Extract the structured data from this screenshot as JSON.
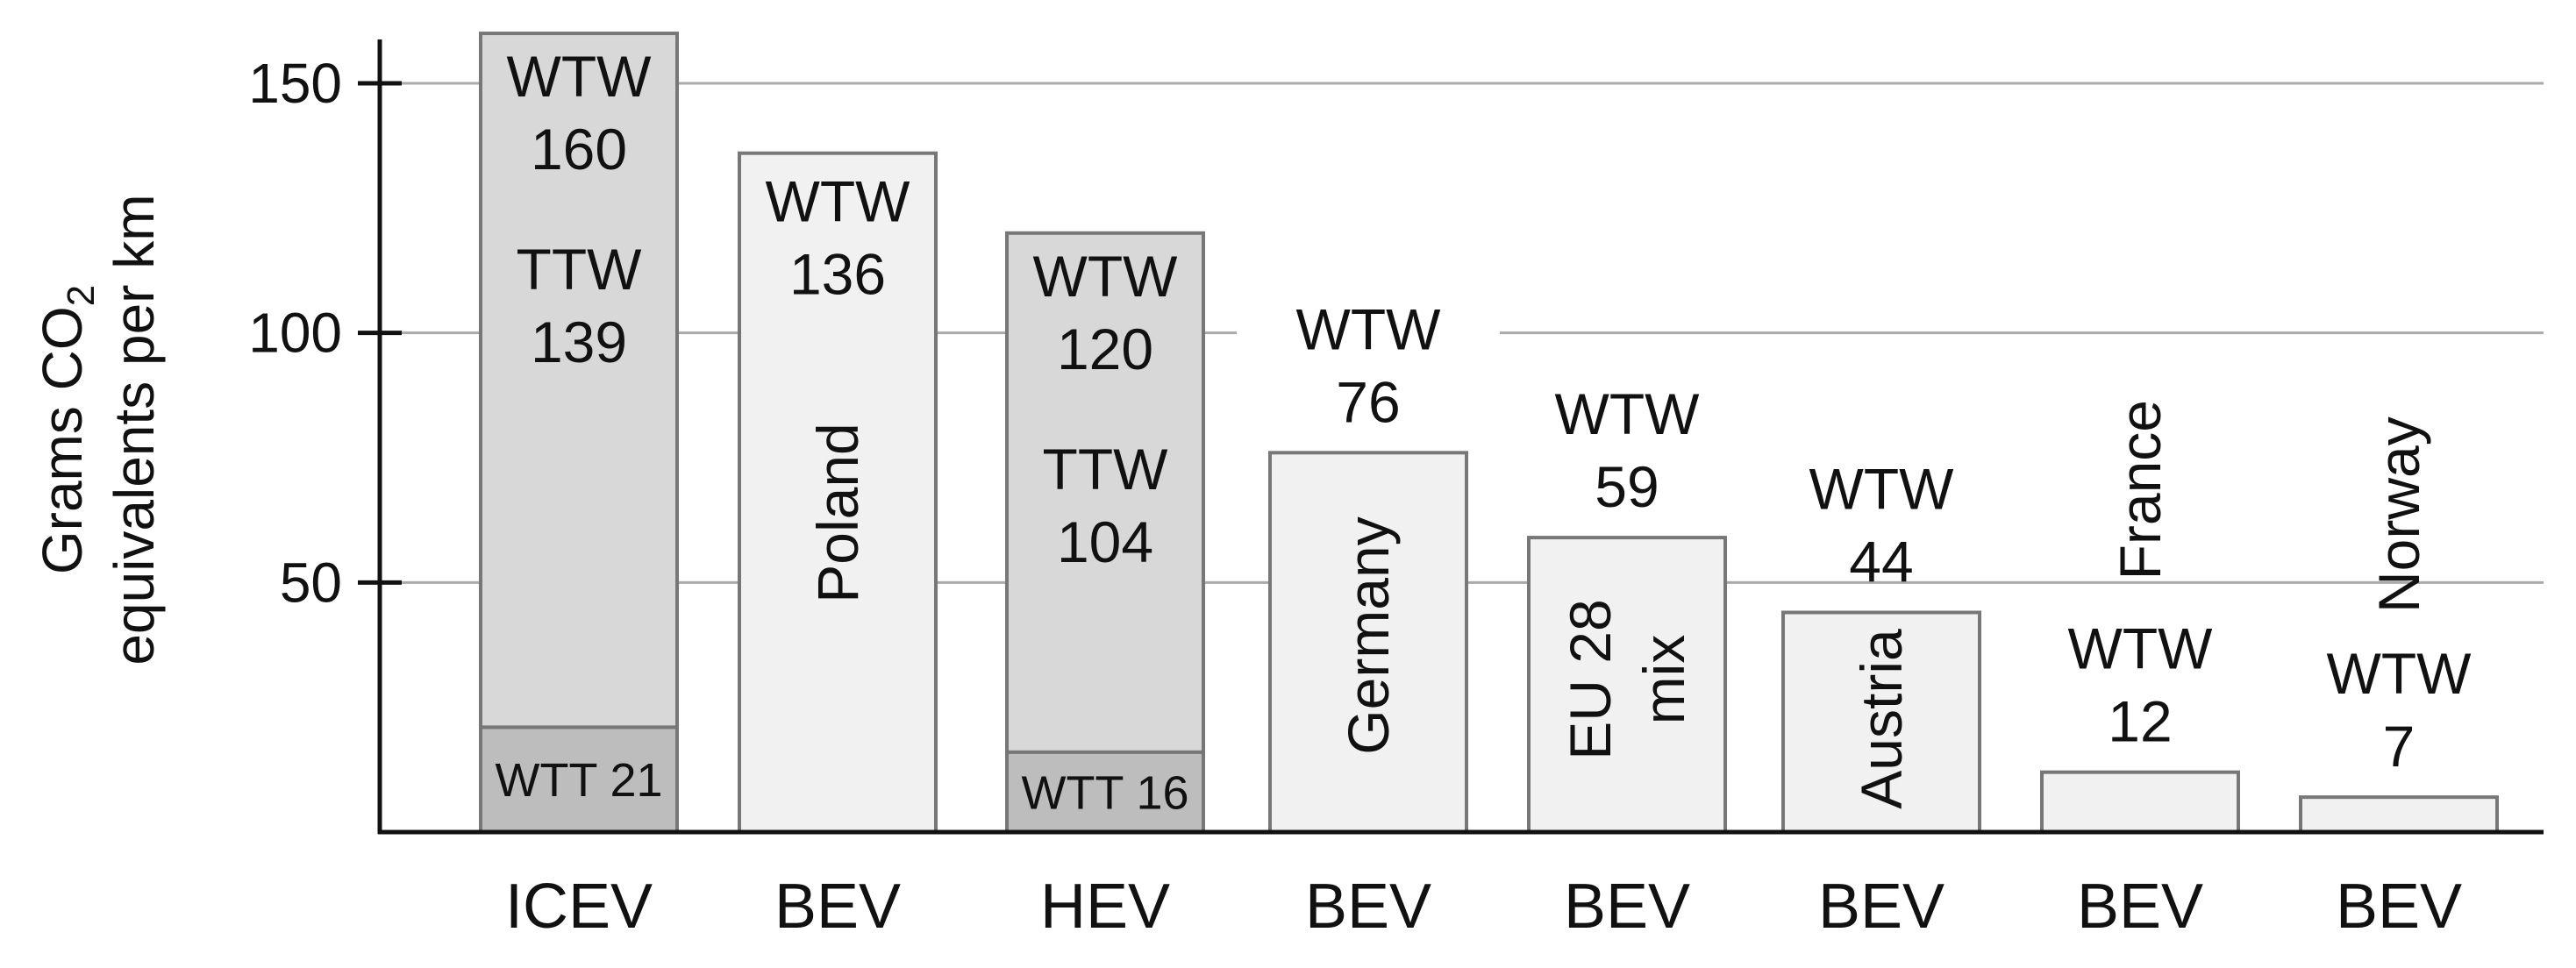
{
  "colors": {
    "background": "#ffffff",
    "axis": "#111111",
    "grid": "#aaaaaa",
    "bar_outline": "#777777",
    "ttw_fill": "#d8d8d8",
    "wtt_fill": "#bdbdbd",
    "bev_fill": "#f1f1f1"
  },
  "chart_data": {
    "type": "bar",
    "stacked": true,
    "ylabel_line1": "Grams CO",
    "ylabel_sub": "2",
    "ylabel_line2": "equivalents per km",
    "ylim": [
      0,
      160
    ],
    "yticks": [
      50,
      100,
      150
    ],
    "grid": true,
    "categories": [
      "ICEV",
      "BEV",
      "HEV",
      "BEV",
      "BEV",
      "BEV",
      "BEV",
      "BEV"
    ],
    "bars": [
      {
        "category": "ICEV",
        "total": 160,
        "segments": [
          {
            "part": "WTT",
            "value": 21
          },
          {
            "part": "TTW",
            "value": 139
          }
        ],
        "labels": {
          "wtw_label": "WTW",
          "wtw_value": "160",
          "ttw_label": "TTW",
          "ttw_value": "139",
          "wtt_label": "WTT 21"
        }
      },
      {
        "category": "BEV",
        "total": 136,
        "segments": [
          {
            "part": "WTW",
            "value": 136
          }
        ],
        "labels": {
          "wtw_label": "WTW",
          "wtw_value": "136",
          "country": "Poland"
        }
      },
      {
        "category": "HEV",
        "total": 120,
        "segments": [
          {
            "part": "WTT",
            "value": 16
          },
          {
            "part": "TTW",
            "value": 104
          }
        ],
        "labels": {
          "wtw_label": "WTW",
          "wtw_value": "120",
          "ttw_label": "TTW",
          "ttw_value": "104",
          "wtt_label": "WTT 16"
        }
      },
      {
        "category": "BEV",
        "total": 76,
        "segments": [
          {
            "part": "WTW",
            "value": 76
          }
        ],
        "labels": {
          "wtw_label": "WTW",
          "wtw_value": "76",
          "country": "Germany"
        }
      },
      {
        "category": "BEV",
        "total": 59,
        "segments": [
          {
            "part": "WTW",
            "value": 59
          }
        ],
        "labels": {
          "wtw_label": "WTW",
          "wtw_value": "59",
          "country_line1": "EU 28",
          "country_line2": "mix"
        }
      },
      {
        "category": "BEV",
        "total": 44,
        "segments": [
          {
            "part": "WTW",
            "value": 44
          }
        ],
        "labels": {
          "wtw_label": "WTW",
          "wtw_value": "44",
          "country": "Austria"
        }
      },
      {
        "category": "BEV",
        "total": 12,
        "segments": [
          {
            "part": "WTW",
            "value": 12
          }
        ],
        "labels": {
          "wtw_label": "WTW",
          "wtw_value": "12",
          "country": "France"
        }
      },
      {
        "category": "BEV",
        "total": 7,
        "segments": [
          {
            "part": "WTW",
            "value": 7
          }
        ],
        "labels": {
          "wtw_label": "WTW",
          "wtw_value": "7",
          "country": "Norway"
        }
      }
    ]
  }
}
